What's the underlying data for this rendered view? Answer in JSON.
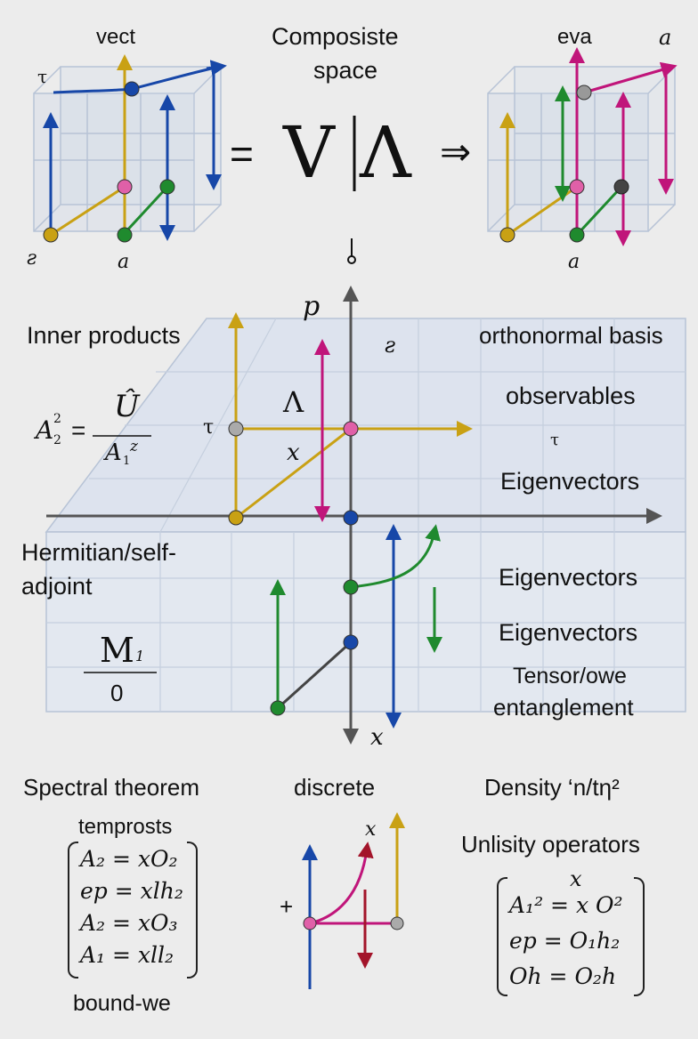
{
  "top": {
    "left_cube": {
      "title": "vect",
      "tau": "τ",
      "label_bl": "ƨ",
      "label_b": "a"
    },
    "center_title_line1": "Composiste",
    "center_title_line2": "space",
    "equals": "=",
    "formula_v": "V",
    "formula_lambda": "Λ",
    "implies": "⇒",
    "right_cube": {
      "title": "eva",
      "label_tr": "a",
      "label_b": "a"
    }
  },
  "middle": {
    "axis_p": "p",
    "axis_x": "x",
    "glyph_z": "ƨ",
    "lambda": "Λ",
    "x_label": "x",
    "tau_left": "τ",
    "tau_right": "τ",
    "left_labels": {
      "inner_products": "Inner products",
      "eq_lhs": "A",
      "eq_lhs_sup": "2",
      "eq_lhs_sub": "2",
      "eq_equals": "=",
      "eq_num": "Û",
      "eq_den": "A",
      "eq_den_sub": "1",
      "eq_den_sup": "z",
      "hermitian_line1": "Hermitian/self-",
      "hermitian_line2": "adjoint",
      "frac_num": "M",
      "frac_num_sub": "1",
      "frac_den": "0"
    },
    "right_labels": {
      "orthonormal": "orthonormal basis",
      "observables": "observables",
      "eigenvectors1": "Eigenvectors",
      "eigenvectors2": "Eigenvectors",
      "eigenvectors3": "Eigenvectors",
      "tensor_line1": "Tensor/owe",
      "tensor_line2": "entanglement"
    }
  },
  "bottom": {
    "spectral": "Spectral theorem",
    "temprosts": "temprosts",
    "left_matrix": [
      "A₂ = xO₂",
      "ep = xlh₂",
      "A₂ = xO₃",
      "A₁ = xll₂"
    ],
    "bound": "bound-we",
    "discrete": "discrete",
    "plus": "+",
    "small_x": "x",
    "density": "Density ‘n/tη²",
    "unlisity": "Unlisity operators",
    "right_x": "x",
    "right_matrix": [
      "A₁² = x O²",
      "ep = O₁h₂",
      "Oh = O₂h"
    ]
  },
  "colors": {
    "blue": "#1747a8",
    "green": "#1f8a2e",
    "gold": "#c9a114",
    "magenta": "#c0157a",
    "gray_axis": "#555555",
    "plane": "#dde3ee"
  }
}
